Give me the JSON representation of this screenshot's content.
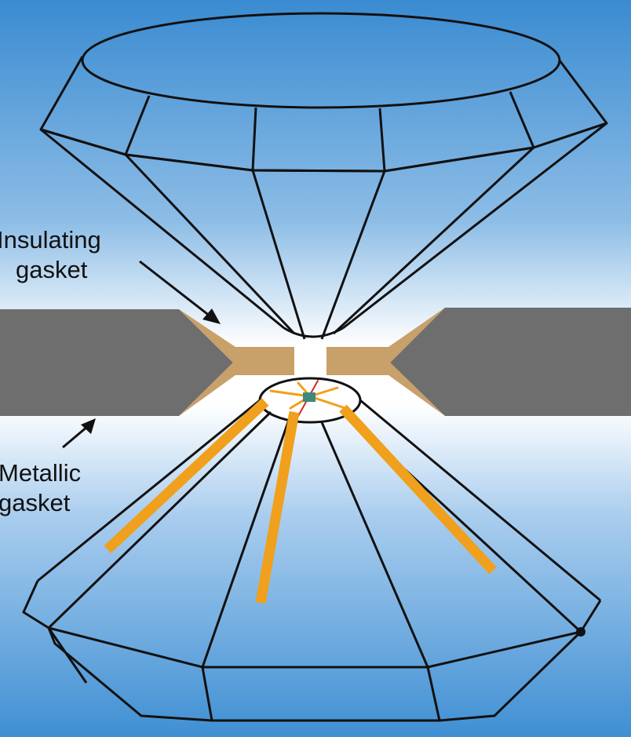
{
  "labels": {
    "insulating_line1": "Insulating",
    "insulating_line2": "gasket",
    "metallic_line1": "Metallic",
    "metallic_line2": "gasket"
  },
  "colors": {
    "background_blue": "#3f8fd3",
    "background_light": "#ffffff",
    "metallic_gasket": "#6e6e6e",
    "insulating_gasket": "#c8a06a",
    "electrode_leads": "#f0a01c",
    "outline": "#111111"
  },
  "icons": {
    "upper": "upper-diamond-anvil-icon",
    "lower": "lower-diamond-anvil-icon"
  }
}
